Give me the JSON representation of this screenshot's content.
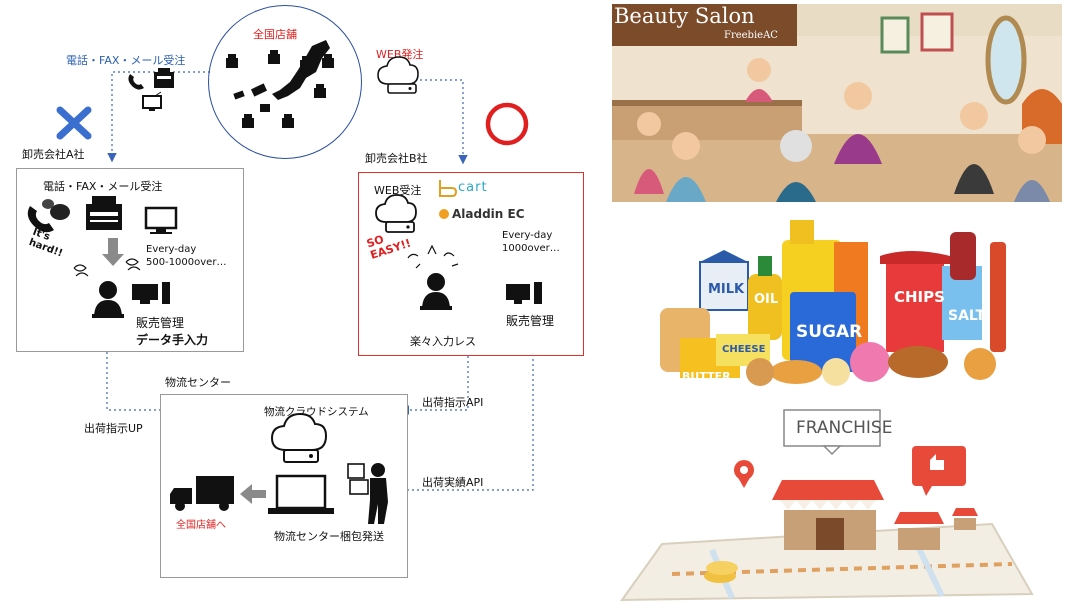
{
  "top": {
    "national_stores": "全国店舗",
    "phone_fax_mail_order": "電話・FAX・メール受注",
    "web_order": "WEB発注"
  },
  "company_a": {
    "label": "卸売会社A社",
    "box_title": "電話・FAX・メール受注",
    "its_hard": "It's\nhard!!",
    "every_day": "Every-day",
    "volume": "500-1000over…",
    "sales_mgmt": "販売管理",
    "manual_input": "データ手入力"
  },
  "company_b": {
    "label": "卸売会社B社",
    "web_order": "WEB受注",
    "bcart": "cart",
    "aladdin": "Aladdin EC",
    "so_easy": "SO\nEASY!!",
    "every_day": "Every-day",
    "volume": "1000over…",
    "easy_input_less": "楽々入力レス",
    "sales_mgmt": "販売管理"
  },
  "logistics": {
    "center_label": "物流センター",
    "system_title": "物流クラウドシステム",
    "shipping_api": "出荷指示API",
    "shipping_up": "出荷指示UP",
    "shipment_result_api": "出荷実績API",
    "to_stores": "全国店舗へ",
    "packing": "物流センター梱包発送"
  },
  "right_panels": {
    "salon_title": "Beauty Salon",
    "salon_sub": "FreebieAC",
    "milk": "MILK",
    "oil": "OIL",
    "sugar": "SUGAR",
    "chips": "CHIPS",
    "salt": "SALT",
    "cheese": "CHEESE",
    "butter": "BUTTER",
    "franchise": "FRANCHISE"
  },
  "colors": {
    "accent_blue": "#2b5fb4",
    "accent_red": "#e02020",
    "cross_blue": "#3a6fd0"
  }
}
